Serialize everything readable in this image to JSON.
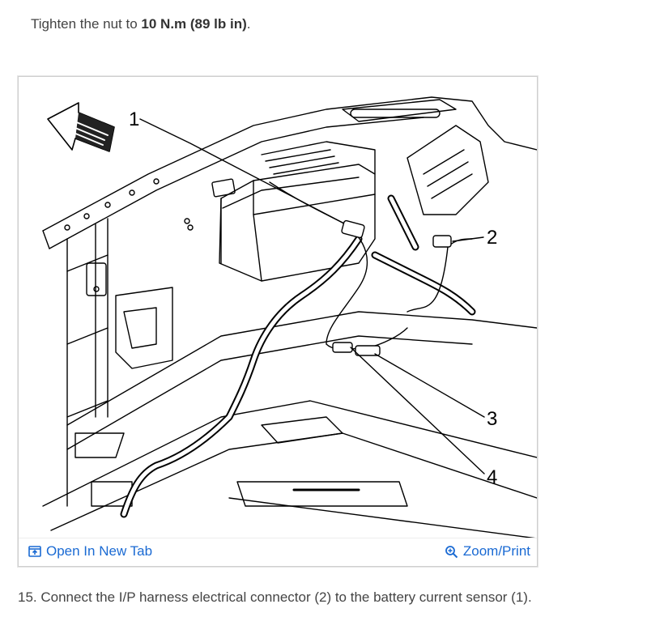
{
  "instruction": {
    "prefix": "Tighten the nut to ",
    "value": "10 N.m (89 lb in)",
    "suffix": "."
  },
  "figure": {
    "callouts": [
      "1",
      "2",
      "3",
      "4"
    ],
    "toolbar": {
      "open_label": "Open In New Tab",
      "open_icon": "open-in-new-tab-icon",
      "zoom_label": "Zoom/Print",
      "zoom_icon": "magnifier-icon"
    }
  },
  "next_step": "15. Connect the I/P harness electrical connector (2) to the battery current sensor (1).",
  "colors": {
    "link": "#1a6ad3",
    "text": "#444444"
  }
}
